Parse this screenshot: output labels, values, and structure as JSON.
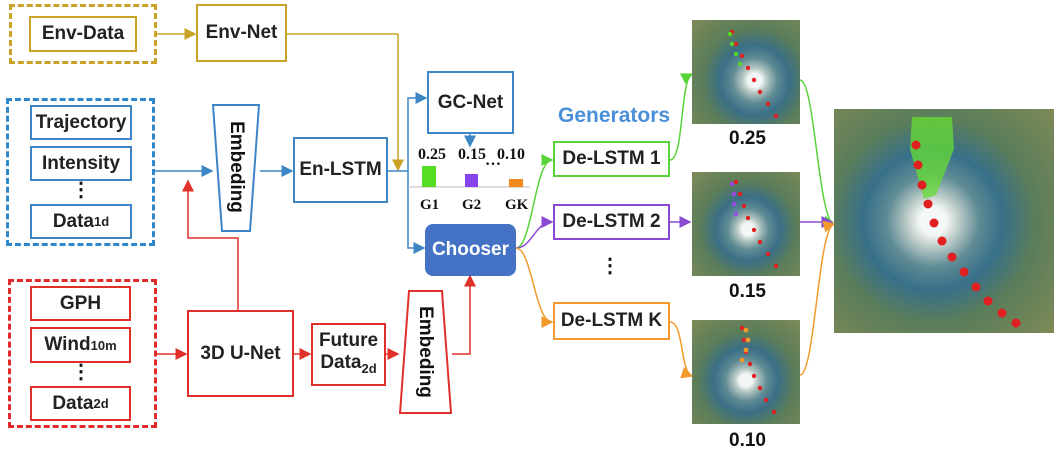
{
  "env": {
    "data_label": "Env-Data",
    "net_label": "Env-Net"
  },
  "inputs_1d": {
    "items": [
      "Trajectory",
      "Intensity"
    ],
    "last_base": "Data",
    "last_sub": "1d"
  },
  "inputs_2d": {
    "items": [
      "GPH"
    ],
    "wind_base": "Wind",
    "wind_sub": "10m",
    "last_base": "Data",
    "last_sub": "2d"
  },
  "embeding_label": "Embeding",
  "en_lstm_label": "En-LSTM",
  "unet_label": "3D U-Net",
  "future": {
    "line1": "Future",
    "line2_base": "Data",
    "line2_sub": "2d"
  },
  "gc_net_label": "GC-Net",
  "chooser_label": "Chooser",
  "generators_title": "Generators",
  "probabilities": {
    "g1": "0.25",
    "g2": "0.15",
    "gk": "0.10",
    "ellipsis": "…"
  },
  "gen_labels": {
    "g1": "G1",
    "g2": "G2",
    "gk": "GK"
  },
  "decoders": {
    "d1": "De-LSTM 1",
    "d2": "De-LSTM 2",
    "dk": "De-LSTM K"
  },
  "outputs": {
    "p1": "0.25",
    "p2": "0.15",
    "pk": "0.10"
  },
  "vdots": "⋮",
  "colors": {
    "gold": "#c9a227",
    "blue": "#3d86c6",
    "red": "#e0302a",
    "green": "#58d43a",
    "purple": "#8a4ad2",
    "orange": "#f39a2c",
    "chooser": "#4472c4",
    "title": "#4a8fd8"
  }
}
